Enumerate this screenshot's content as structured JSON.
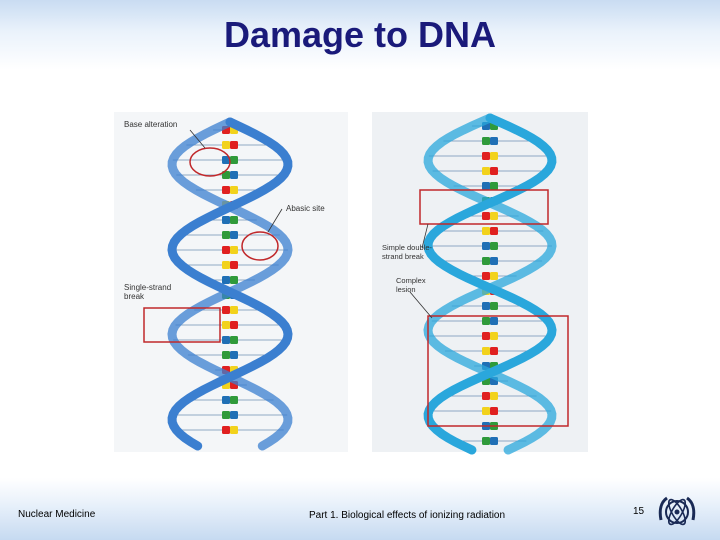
{
  "slide": {
    "title": "Damage to DNA",
    "footer_left": "Nuclear Medicine",
    "footer_center": "Part 1. Biological effects of ionizing radiation",
    "page_number": "15"
  },
  "figure": {
    "left_labels": {
      "base_alteration": "Base alteration",
      "abasic_site": "Abasic site",
      "single_strand_break_1": "Single-strand",
      "single_strand_break_2": "break"
    },
    "right_labels": {
      "double_strand_break_1": "Simple double-",
      "double_strand_break_2": "strand break",
      "complex_lesion_1": "Complex",
      "complex_lesion_2": "lesion"
    }
  },
  "colors": {
    "title": "#1a1a7a",
    "strand_left": "#3b7fd0",
    "strand_right": "#2aa7dc",
    "annotation": "#c0282b"
  }
}
